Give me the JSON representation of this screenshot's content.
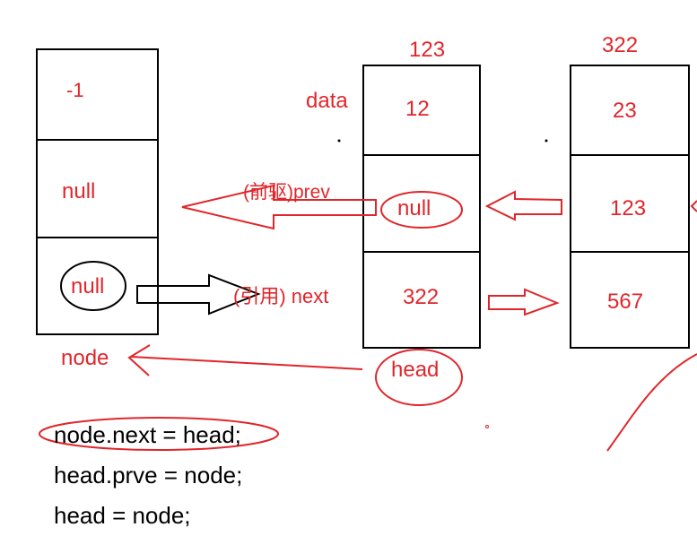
{
  "colors": {
    "ink": "#000000",
    "annotation": "#e0262b"
  },
  "left_node": {
    "field_top": "-1",
    "field_middle": "null",
    "field_bottom": "null",
    "caption": "node"
  },
  "middle_node": {
    "address": "123",
    "field_top": "12",
    "field_middle": "null",
    "field_bottom": "322",
    "caption": "head"
  },
  "right_node": {
    "address": "322",
    "field_top": "23",
    "field_middle": "123",
    "field_bottom": "567"
  },
  "labels": {
    "data": "data",
    "prev": "(前驱)prev",
    "next": "(引用) next"
  },
  "code": [
    "node.next = head;",
    "head.prve = node;",
    "head = node;"
  ]
}
